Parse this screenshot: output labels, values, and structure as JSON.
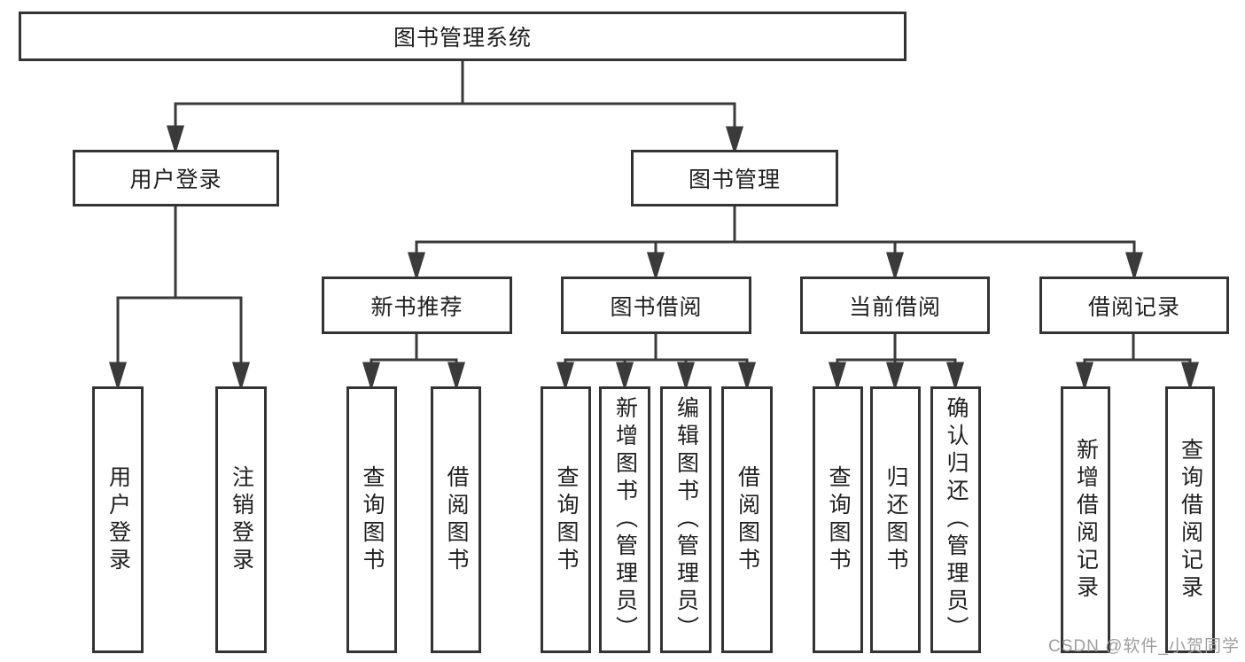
{
  "root": {
    "label": "图书管理系统"
  },
  "branches": {
    "user_login": {
      "label": "用户登录",
      "children": [
        {
          "label": "用户登录"
        },
        {
          "label": "注销登录"
        }
      ]
    },
    "book_management": {
      "label": "图书管理",
      "sections": {
        "new_book": {
          "label": "新书推荐",
          "children": [
            {
              "label": "查询图书"
            },
            {
              "label": "借阅图书"
            }
          ]
        },
        "borrow": {
          "label": "图书借阅",
          "children": [
            {
              "label": "查询图书"
            },
            {
              "label": "新增图书（管理员）"
            },
            {
              "label": "编辑图书（管理员）"
            },
            {
              "label": "借阅图书"
            }
          ]
        },
        "current": {
          "label": "当前借阅",
          "children": [
            {
              "label": "查询图书"
            },
            {
              "label": "归还图书"
            },
            {
              "label": "确认归还（管理员）"
            }
          ]
        },
        "records": {
          "label": "借阅记录",
          "children": [
            {
              "label": "新增借阅记录"
            },
            {
              "label": "查询借阅记录"
            }
          ]
        }
      }
    }
  },
  "watermark": {
    "text": "CSDN @软件_小贺同学"
  },
  "colors": {
    "line": "#3a3a3a",
    "box_border": "#333333",
    "text": "#1f1f1f",
    "watermark": "#9e9e9e",
    "background": "#ffffff"
  }
}
